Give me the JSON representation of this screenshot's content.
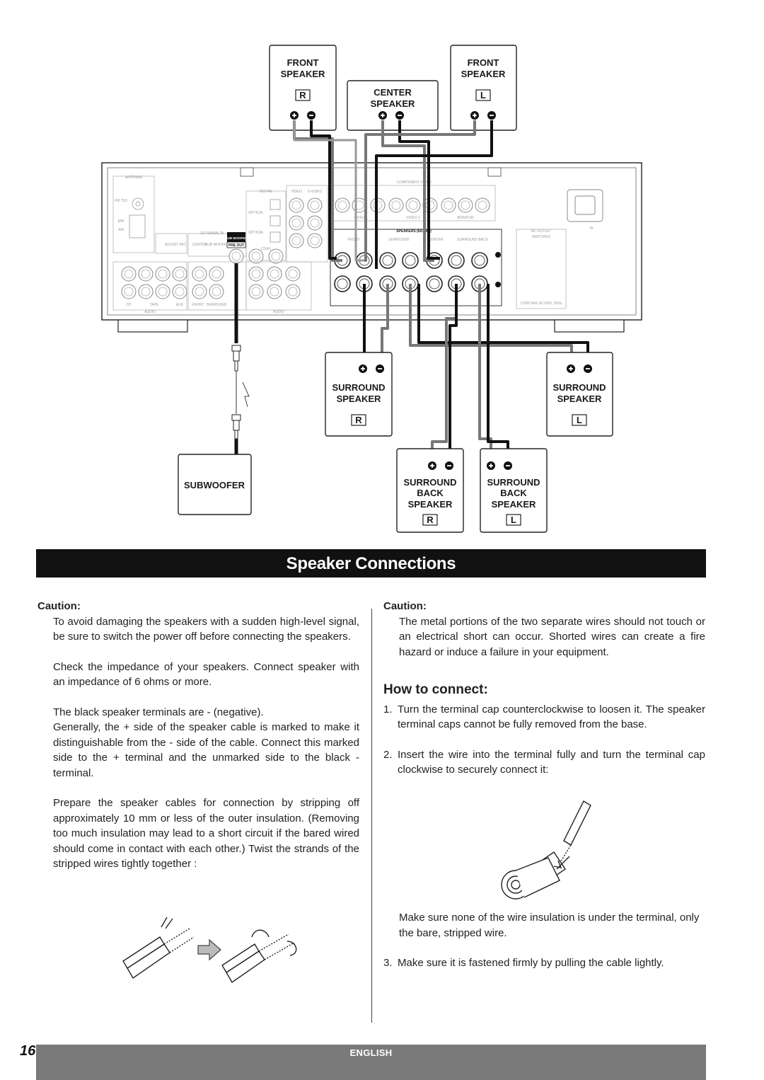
{
  "diagram": {
    "front_speaker_r": {
      "line1": "FRONT",
      "line2": "SPEAKER",
      "channel": "R"
    },
    "front_speaker_l": {
      "line1": "FRONT",
      "line2": "SPEAKER",
      "channel": "L"
    },
    "center_speaker": {
      "line1": "CENTER",
      "line2": "SPEAKER"
    },
    "surround_speaker_r": {
      "line1": "SURROUND",
      "line2": "SPEAKER",
      "channel": "R"
    },
    "surround_speaker_l": {
      "line1": "SURROUND",
      "line2": "SPEAKER",
      "channel": "L"
    },
    "surround_back_r": {
      "line1": "SURROUND",
      "line2": "BACK",
      "line3": "SPEAKER",
      "channel": "R"
    },
    "surround_back_l": {
      "line1": "SURROUND",
      "line2": "BACK",
      "line3": "SPEAKER",
      "channel": "L"
    },
    "subwoofer": {
      "label": "SUBWOOFER"
    },
    "panel": {
      "antenna": "ANTENNA",
      "fm": "FM 75Ω",
      "mw": "MW",
      "am": "AM",
      "adjust_mic": "ADJUST MIC",
      "external_in": "EXTERNAL IN",
      "center": "CENTER",
      "sub_woofer": "SUB WOOFER",
      "sub_woofer_tag": "SUB WOOFER",
      "pre_out": "PRE OUT",
      "digital": "DIGITAL",
      "optical1": "OPTICAL",
      "optical2": "OPTICAL",
      "coax": "COAX",
      "video": "VIDEO",
      "s_video": "S-VIDEO",
      "component_video": "COMPONENT VIDEO",
      "video1": "VIDEO 1",
      "video2": "VIDEO 2",
      "monitor": "MONITOR",
      "speakers": "SPEAKERS (6Ω MIN)",
      "front": "FRONT",
      "surround": "SURROUND",
      "center_t": "CENTER",
      "surround_back": "SURROUND BACK",
      "ac_outlet": "AC OUTLET",
      "switched": "SWITCHED",
      "in": "IN",
      "cd": "CD",
      "tape": "TAPE",
      "aux": "AUX",
      "front_b": "FRONT",
      "surround_b": "SURROUND",
      "audio1": "AUDIO",
      "audio2": "AUDIO",
      "power": "120W MAX AC230V, 50Hz"
    }
  },
  "section_title": "Speaker Connections",
  "left_column": {
    "caution_heading": "Caution:",
    "caution_text": "To avoid damaging the speakers with a sudden high-level signal, be sure to switch the power off before connecting the speakers.",
    "impedance": "Check the impedance of your speakers. Connect speaker with an impedance of 6 ohms or more.",
    "black_terminals": "The black speaker terminals are - (negative).",
    "generally": "Generally, the + side of the speaker cable is marked to make it distinguishable from the - side of the cable. Connect this marked side to the + terminal and the unmarked side to the black - terminal.",
    "prepare": "Prepare the speaker cables for connection by stripping off approximately 10 mm or less of the outer insulation. (Removing too much insulation may lead to a short circuit if the bared wired should come in contact with each other.) Twist the strands of the stripped wires tightly together :"
  },
  "right_column": {
    "caution_heading": "Caution:",
    "caution_text": "The metal portions of the two separate wires should not touch or an electrical short can occur. Shorted wires can create a fire hazard or induce a failure in your equipment.",
    "how_to_connect": "How to connect:",
    "steps": [
      {
        "num": "1.",
        "text": "Turn the terminal cap counterclockwise to loosen it. The speaker terminal caps cannot be fully removed from the base."
      },
      {
        "num": "2.",
        "text": "Insert the wire into the terminal fully and turn the terminal cap clockwise to securely connect it:"
      }
    ],
    "insulation_note": "Make sure none of the wire insulation is under the terminal, only the bare, stripped wire.",
    "step3": {
      "num": "3.",
      "text": "Make sure it is fastened firmly by pulling the cable lightly."
    }
  },
  "footer": {
    "page_number": "16",
    "language": "ENGLISH",
    "bar_color": "#7a7a7a"
  }
}
